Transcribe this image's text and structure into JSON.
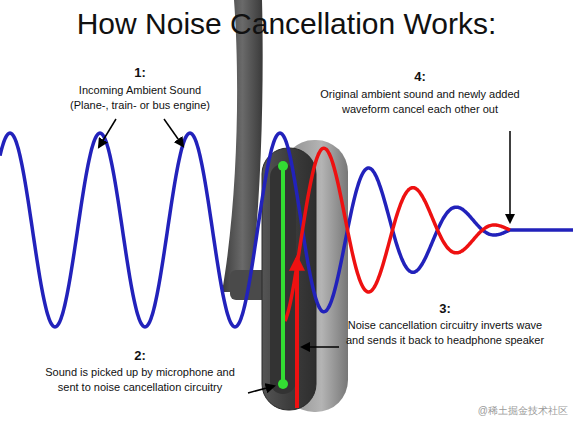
{
  "diagram": {
    "title": "How Noise Cancellation Works:",
    "labels": [
      "1:",
      "Incoming Ambient Sound (Plane-, train- or bus engine)",
      "2:",
      "Sound is picked up by microphone and sent to noise cancellation circuitry",
      "3:",
      "Noise cancellation circuitry inverts wave and sends it back to headphone speaker",
      "4:",
      "Original ambient sound and newly added waveform cancel each other out",
      "@稀土掘金技术社区"
    ]
  }
}
